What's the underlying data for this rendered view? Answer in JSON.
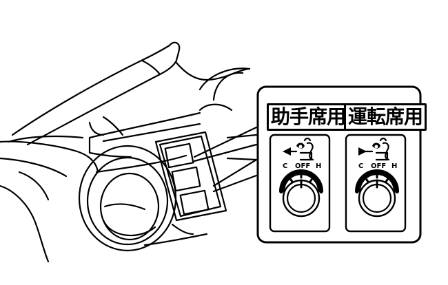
{
  "callout": {
    "left_panel": {
      "label": "助手席用",
      "dial": {
        "c": "C",
        "off": "OFF",
        "h": "H"
      }
    },
    "right_panel": {
      "label": "運転席用",
      "dial": {
        "c": "C",
        "off": "OFF",
        "h": "H"
      }
    }
  },
  "icons": [
    "seat-heater-icon",
    "arrow-left-icon",
    "arrow-right-icon",
    "rotary-dial-icon"
  ]
}
